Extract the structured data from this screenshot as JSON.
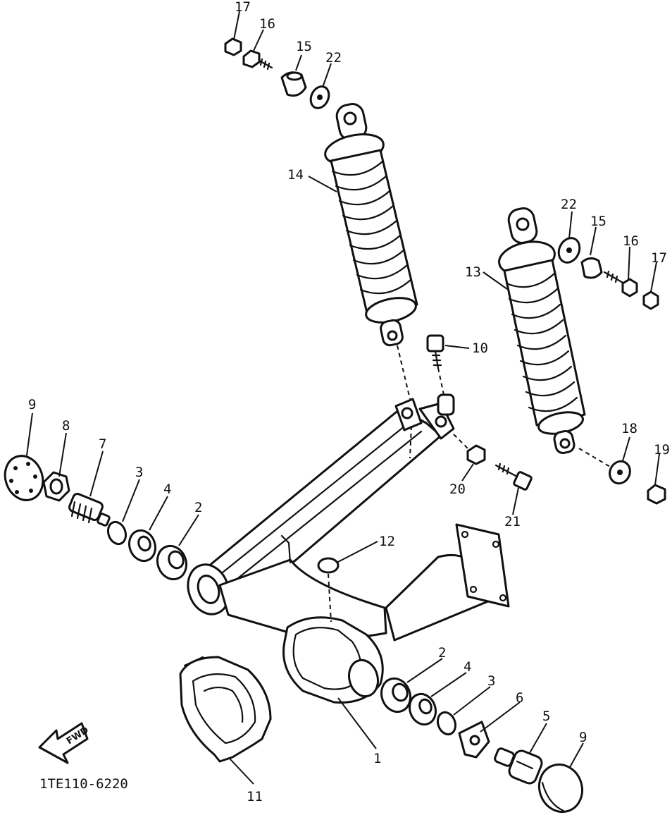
{
  "diagram_code": "1TE110-6220",
  "front_arrow_label": "FWD",
  "callouts": {
    "c17_top": "17",
    "c16_top": "16",
    "c15_top": "15",
    "c22_top": "22",
    "c14": "14",
    "c22_right": "22",
    "c15_right": "15",
    "c16_right": "16",
    "c17_right": "17",
    "c13": "13",
    "c10": "10",
    "c9_left": "9",
    "c8": "8",
    "c7": "7",
    "c3_left": "3",
    "c4_left": "4",
    "c2_left": "2",
    "c18": "18",
    "c19": "19",
    "c20": "20",
    "c21": "21",
    "c12": "12",
    "c2_right": "2",
    "c4_right": "4",
    "c3_right": "3",
    "c6": "6",
    "c5": "5",
    "c9_right": "9",
    "c1": "1",
    "c11": "11"
  }
}
